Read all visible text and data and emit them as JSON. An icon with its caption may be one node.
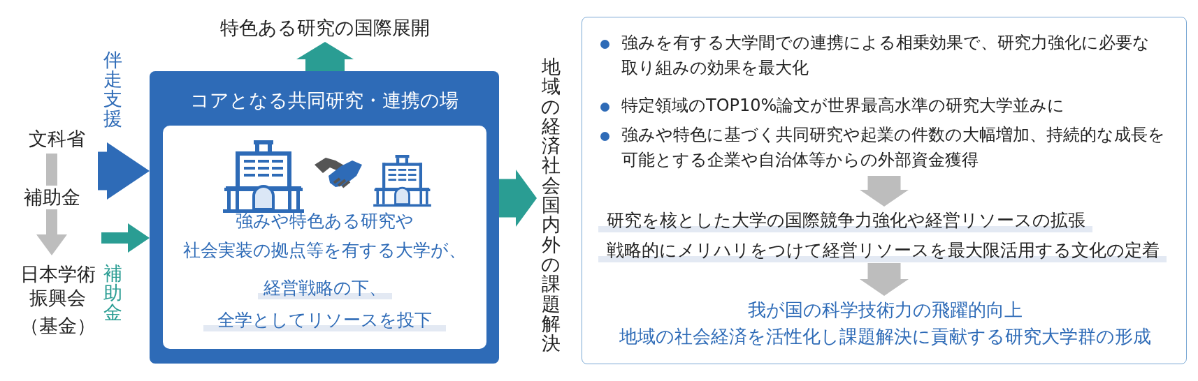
{
  "diagram": {
    "nodes": [
      {
        "text": [
          "文科省"
        ]
      },
      {
        "text": [
          "日本学術振興会",
          "（基金）"
        ]
      },
      {
        "text": [
          "コアとなる共同研究・連携の場"
        ]
      },
      {
        "text": [
          "強みや特色ある研究や",
          "社会実装の拠点等を有する大学が、",
          "経営戦略の下、",
          "全学としてリソースを投下"
        ],
        "in": 2
      },
      {
        "text": [
          "特色ある研究の国際展開"
        ]
      },
      {
        "text": [
          "地域の経済社会国内外の課題解決"
        ]
      },
      {
        "text": [],
        "shape": "box"
      },
      {
        "text": [
          "強みを有する大学間での連携による相乗効果で、研究力強化に必要な取り組みの効果を最大化",
          "特定領域のTOP10%論文が世界最高水準の研究大学並みに",
          "強みや特色に基づく共同研究や起業の件数の大幅増加、持続的な成長を可能とする企業や自治体等からの外部資金獲得"
        ],
        "in": 6
      },
      {
        "text": [
          "研究を核とした大学の国際競争力強化や経営リソースの拡張",
          "戦略的にメリハリをつけて経営リソースを最大限活用する文化の定着"
        ],
        "in": 6
      },
      {
        "text": [
          "我が国の科学技術力の飛躍的向上",
          "地域の社会経済を活性化し課題解決に貢献する研究大学群の形成"
        ],
        "in": 6
      }
    ],
    "edges": [
      {
        "from": 0,
        "to": 1,
        "arrow": "to",
        "label": "補助金",
        "color": "#bdbdbd"
      },
      {
        "from": 0,
        "to": 2,
        "arrow": "to",
        "label": "伴走支援",
        "color": "#2e6bb7"
      },
      {
        "from": 1,
        "to": 2,
        "arrow": "to",
        "label": "補助金",
        "color": "#2a9d93"
      },
      {
        "from": 2,
        "to": 4,
        "arrow": "to",
        "color": "#2a9d93"
      },
      {
        "from": 2,
        "to": 5,
        "arrow": "to",
        "color": "#2a9d93"
      },
      {
        "from": 7,
        "to": 8,
        "arrow": "to",
        "color": "#bdbdbd"
      },
      {
        "from": 8,
        "to": 9,
        "arrow": "to",
        "color": "#bdbdbd"
      }
    ]
  }
}
